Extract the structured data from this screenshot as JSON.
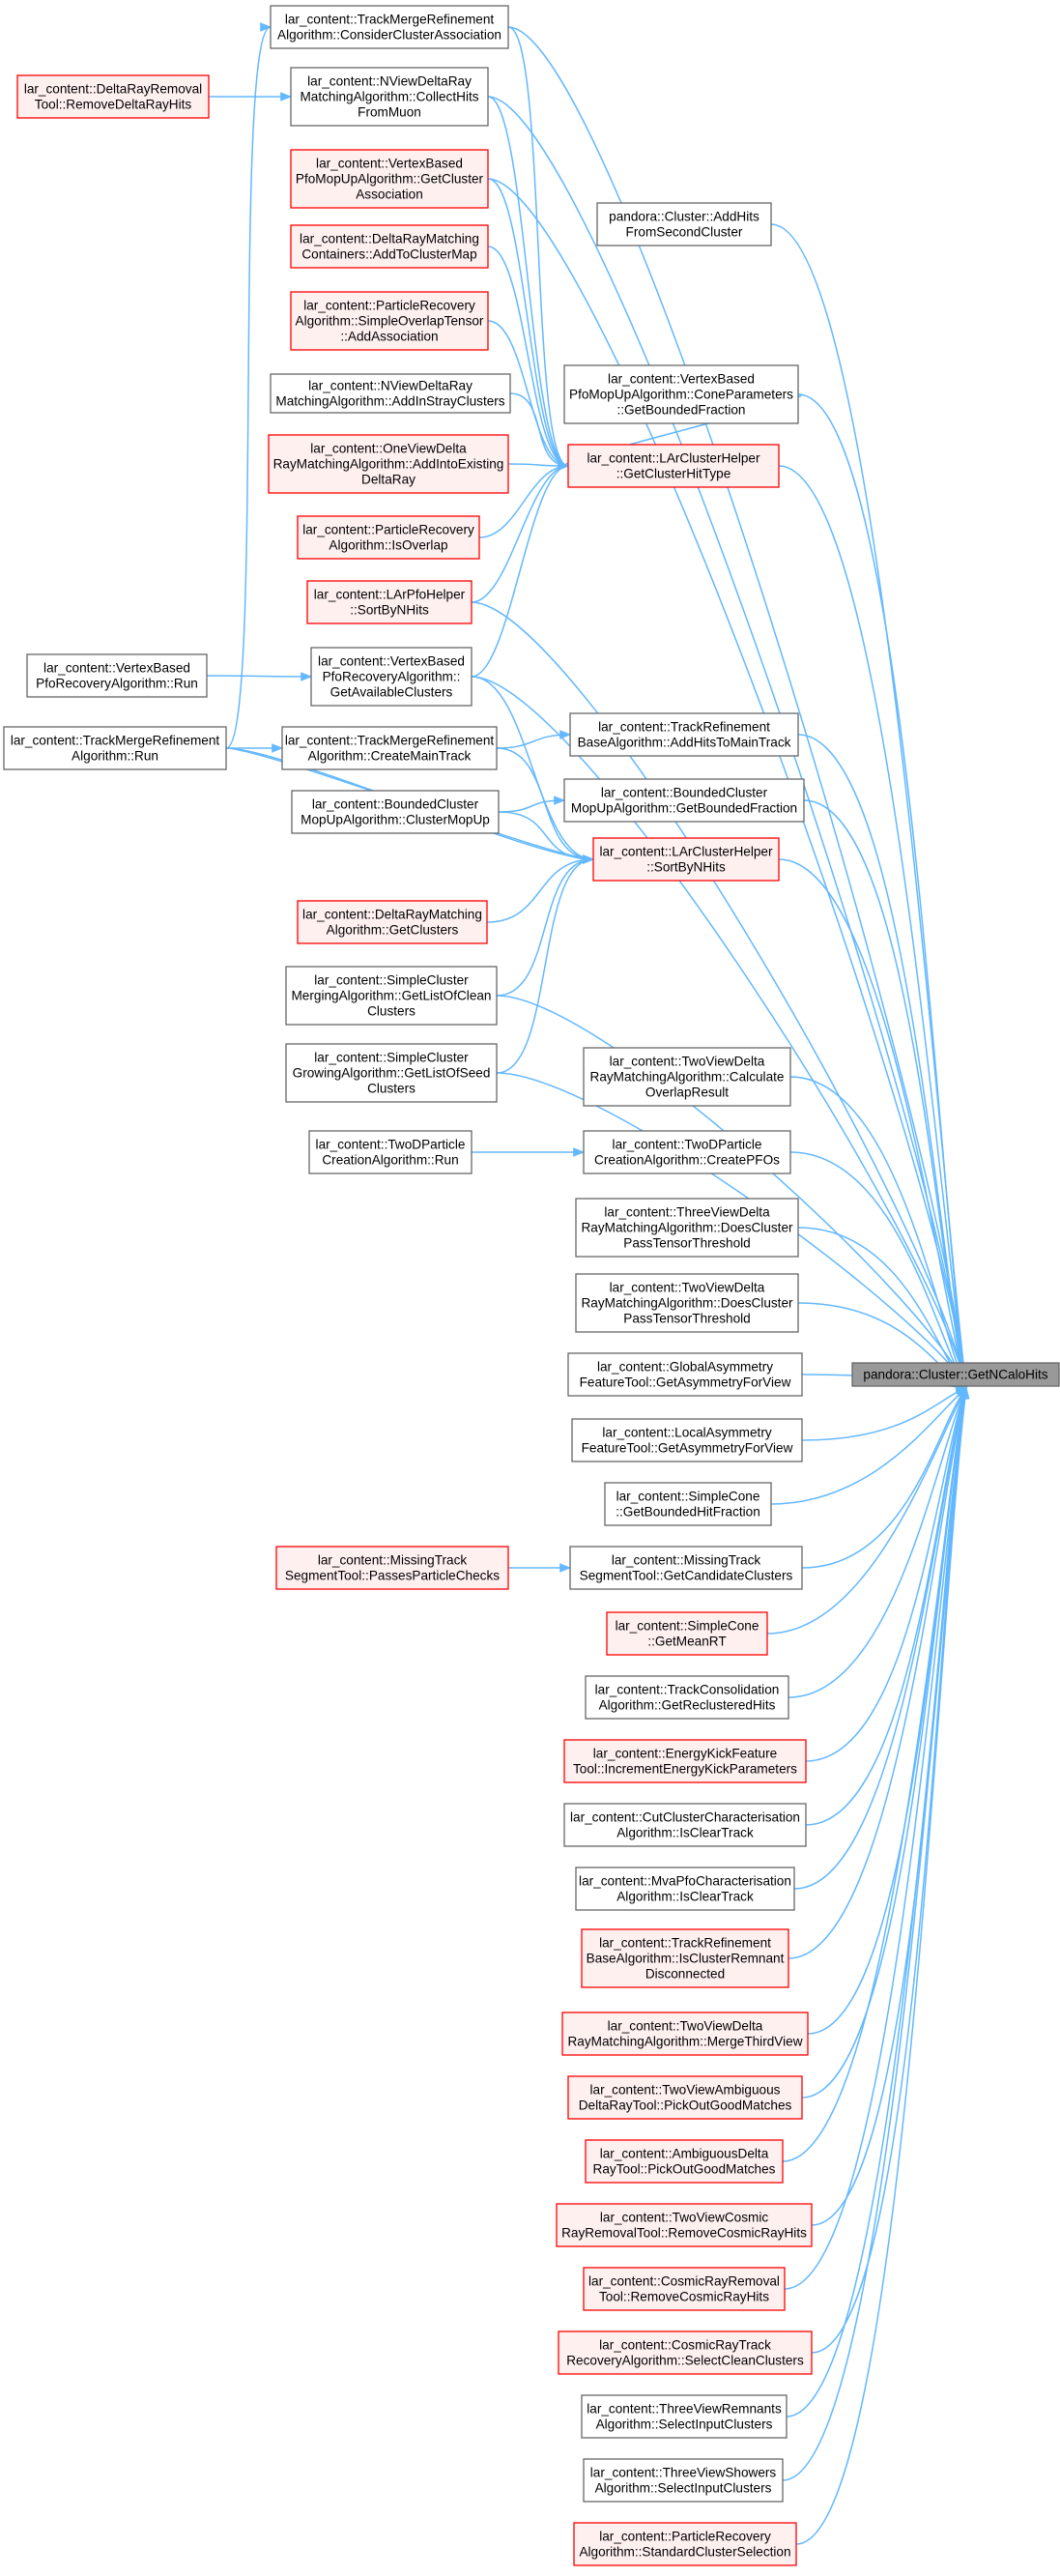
{
  "colors": {
    "edge": "#63b8ff",
    "normal_fill": "#ffffff",
    "normal_border": "#666666",
    "red_fill": "#fff0f0",
    "red_border": "#ff0000",
    "root_fill": "#999999",
    "root_border": "#666666"
  },
  "nodes": [
    {
      "id": "root",
      "style": "root",
      "lines": [
        "pandora::Cluster::GetNCaloHits"
      ]
    },
    {
      "id": "n_addhits",
      "style": "normal",
      "lines": [
        "pandora::Cluster::AddHits",
        "FromSecondCluster"
      ]
    },
    {
      "id": "n_consider",
      "style": "normal",
      "lines": [
        "lar_content::TrackMergeRefinement",
        "Algorithm::ConsiderClusterAssociation"
      ]
    },
    {
      "id": "n_removedelta",
      "style": "red",
      "lines": [
        "lar_content::DeltaRayRemoval",
        "Tool::RemoveDeltaRayHits"
      ]
    },
    {
      "id": "n_collect",
      "style": "normal",
      "lines": [
        "lar_content::NViewDeltaRay",
        "MatchingAlgorithm::CollectHits",
        "FromMuon"
      ]
    },
    {
      "id": "n_getclusterassoc",
      "style": "red",
      "lines": [
        "lar_content::VertexBased",
        "PfoMopUpAlgorithm::GetCluster",
        "Association"
      ]
    },
    {
      "id": "n_addtomap",
      "style": "red",
      "lines": [
        "lar_content::DeltaRayMatching",
        "Containers::AddToClusterMap"
      ]
    },
    {
      "id": "n_addassoc",
      "style": "red",
      "lines": [
        "lar_content::ParticleRecovery",
        "Algorithm::SimpleOverlapTensor",
        "::AddAssociation"
      ]
    },
    {
      "id": "n_conepar",
      "style": "normal",
      "lines": [
        "lar_content::VertexBased",
        "PfoMopUpAlgorithm::ConeParameters",
        "::GetBoundedFraction"
      ]
    },
    {
      "id": "n_addinstray",
      "style": "normal",
      "lines": [
        "lar_content::NViewDeltaRay",
        "MatchingAlgorithm::AddInStrayClusters"
      ]
    },
    {
      "id": "n_gethittype",
      "style": "red",
      "lines": [
        "lar_content::LArClusterHelper",
        "::GetClusterHitType"
      ]
    },
    {
      "id": "n_addintoexist",
      "style": "red",
      "lines": [
        "lar_content::OneViewDelta",
        "RayMatchingAlgorithm::AddIntoExisting",
        "DeltaRay"
      ]
    },
    {
      "id": "n_isoverlap",
      "style": "red",
      "lines": [
        "lar_content::ParticleRecovery",
        "Algorithm::IsOverlap"
      ]
    },
    {
      "id": "n_pfosort",
      "style": "red",
      "lines": [
        "lar_content::LArPfoHelper",
        "::SortByNHits"
      ]
    },
    {
      "id": "n_vbpfo_run",
      "style": "normal",
      "lines": [
        "lar_content::VertexBased",
        "PfoRecoveryAlgorithm::Run"
      ]
    },
    {
      "id": "n_getavail",
      "style": "normal",
      "lines": [
        "lar_content::VertexBased",
        "PfoRecoveryAlgorithm::",
        "GetAvailableClusters"
      ]
    },
    {
      "id": "n_addhitstomain",
      "style": "normal",
      "lines": [
        "lar_content::TrackRefinement",
        "BaseAlgorithm::AddHitsToMainTrack"
      ]
    },
    {
      "id": "n_tmr_run",
      "style": "normal",
      "lines": [
        "lar_content::TrackMergeRefinement",
        "Algorithm::Run"
      ]
    },
    {
      "id": "n_createmain",
      "style": "normal",
      "lines": [
        "lar_content::TrackMergeRefinement",
        "Algorithm::CreateMainTrack"
      ]
    },
    {
      "id": "n_getbounded",
      "style": "normal",
      "lines": [
        "lar_content::BoundedCluster",
        "MopUpAlgorithm::GetBoundedFraction"
      ]
    },
    {
      "id": "n_clustermopup",
      "style": "normal",
      "lines": [
        "lar_content::BoundedCluster",
        "MopUpAlgorithm::ClusterMopUp"
      ]
    },
    {
      "id": "n_clustersort",
      "style": "red",
      "lines": [
        "lar_content::LArClusterHelper",
        "::SortByNHits"
      ]
    },
    {
      "id": "n_drgetclusters",
      "style": "red",
      "lines": [
        "lar_content::DeltaRayMatching",
        "Algorithm::GetClusters"
      ]
    },
    {
      "id": "n_cleanclusters",
      "style": "normal",
      "lines": [
        "lar_content::SimpleCluster",
        "MergingAlgorithm::GetListOfClean",
        "Clusters"
      ]
    },
    {
      "id": "n_seedclusters",
      "style": "normal",
      "lines": [
        "lar_content::SimpleCluster",
        "GrowingAlgorithm::GetListOfSeed",
        "Clusters"
      ]
    },
    {
      "id": "n_calcoverlap",
      "style": "normal",
      "lines": [
        "lar_content::TwoViewDelta",
        "RayMatchingAlgorithm::Calculate",
        "OverlapResult"
      ]
    },
    {
      "id": "n_twod_run",
      "style": "normal",
      "lines": [
        "lar_content::TwoDParticle",
        "CreationAlgorithm::Run"
      ]
    },
    {
      "id": "n_createpfos",
      "style": "normal",
      "lines": [
        "lar_content::TwoDParticle",
        "CreationAlgorithm::CreatePFOs"
      ]
    },
    {
      "id": "n_three_passtensor",
      "style": "normal",
      "lines": [
        "lar_content::ThreeViewDelta",
        "RayMatchingAlgorithm::DoesCluster",
        "PassTensorThreshold"
      ]
    },
    {
      "id": "n_two_passtensor",
      "style": "normal",
      "lines": [
        "lar_content::TwoViewDelta",
        "RayMatchingAlgorithm::DoesCluster",
        "PassTensorThreshold"
      ]
    },
    {
      "id": "n_globalasym",
      "style": "normal",
      "lines": [
        "lar_content::GlobalAsymmetry",
        "FeatureTool::GetAsymmetryForView"
      ]
    },
    {
      "id": "n_localasym",
      "style": "normal",
      "lines": [
        "lar_content::LocalAsymmetry",
        "FeatureTool::GetAsymmetryForView"
      ]
    },
    {
      "id": "n_simplecone_bounded",
      "style": "normal",
      "lines": [
        "lar_content::SimpleCone",
        "::GetBoundedHitFraction"
      ]
    },
    {
      "id": "n_passesparticle",
      "style": "red",
      "lines": [
        "lar_content::MissingTrack",
        "SegmentTool::PassesParticleChecks"
      ]
    },
    {
      "id": "n_getcandidate",
      "style": "normal",
      "lines": [
        "lar_content::MissingTrack",
        "SegmentTool::GetCandidateClusters"
      ]
    },
    {
      "id": "n_getmeanrt",
      "style": "red",
      "lines": [
        "lar_content::SimpleCone",
        "::GetMeanRT"
      ]
    },
    {
      "id": "n_reclustered",
      "style": "normal",
      "lines": [
        "lar_content::TrackConsolidation",
        "Algorithm::GetReclusteredHits"
      ]
    },
    {
      "id": "n_energykick",
      "style": "red",
      "lines": [
        "lar_content::EnergyKickFeature",
        "Tool::IncrementEnergyKickParameters"
      ]
    },
    {
      "id": "n_cutcluster",
      "style": "normal",
      "lines": [
        "lar_content::CutClusterCharacterisation",
        "Algorithm::IsClearTrack"
      ]
    },
    {
      "id": "n_mvapfo",
      "style": "normal",
      "lines": [
        "lar_content::MvaPfoCharacterisation",
        "Algorithm::IsClearTrack"
      ]
    },
    {
      "id": "n_remnant",
      "style": "red",
      "lines": [
        "lar_content::TrackRefinement",
        "BaseAlgorithm::IsClusterRemnant",
        "Disconnected"
      ]
    },
    {
      "id": "n_mergethird",
      "style": "red",
      "lines": [
        "lar_content::TwoViewDelta",
        "RayMatchingAlgorithm::MergeThirdView"
      ]
    },
    {
      "id": "n_twoviewamb",
      "style": "red",
      "lines": [
        "lar_content::TwoViewAmbiguous",
        "DeltaRayTool::PickOutGoodMatches"
      ]
    },
    {
      "id": "n_ambdelta",
      "style": "red",
      "lines": [
        "lar_content::AmbiguousDelta",
        "RayTool::PickOutGoodMatches"
      ]
    },
    {
      "id": "n_twoviewcosmic",
      "style": "red",
      "lines": [
        "lar_content::TwoViewCosmic",
        "RayRemovalTool::RemoveCosmicRayHits"
      ]
    },
    {
      "id": "n_cosmicremoval",
      "style": "red",
      "lines": [
        "lar_content::CosmicRayRemoval",
        "Tool::RemoveCosmicRayHits"
      ]
    },
    {
      "id": "n_cosmictrack",
      "style": "red",
      "lines": [
        "lar_content::CosmicRayTrack",
        "RecoveryAlgorithm::SelectCleanClusters"
      ]
    },
    {
      "id": "n_threeremnants",
      "style": "normal",
      "lines": [
        "lar_content::ThreeViewRemnants",
        "Algorithm::SelectInputClusters"
      ]
    },
    {
      "id": "n_threeshowers",
      "style": "normal",
      "lines": [
        "lar_content::ThreeViewShowers",
        "Algorithm::SelectInputClusters"
      ]
    },
    {
      "id": "n_standardsel",
      "style": "red",
      "lines": [
        "lar_content::ParticleRecovery",
        "Algorithm::StandardClusterSelection"
      ]
    }
  ]
}
